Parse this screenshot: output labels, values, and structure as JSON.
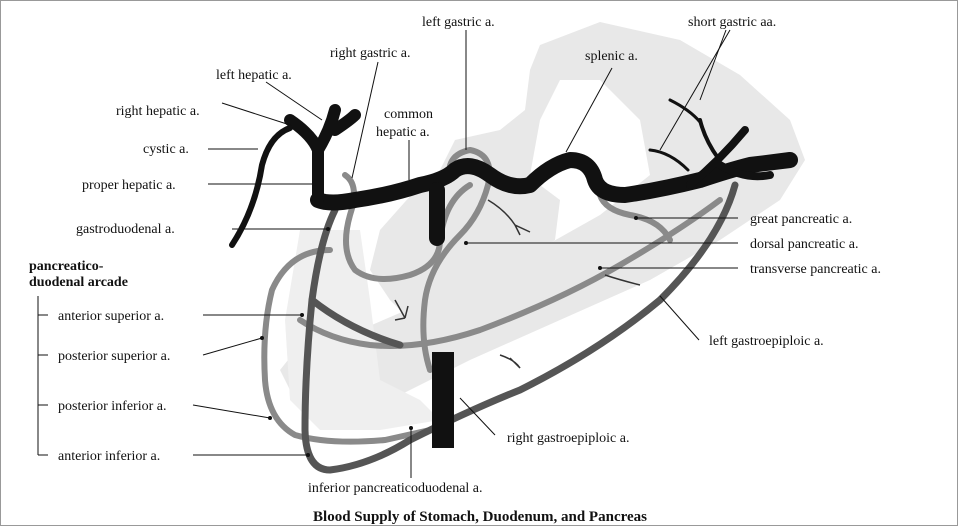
{
  "title": "Blood Supply of Stomach, Duodenum, and Pancreas",
  "group_heading": [
    "pancreatico-",
    "duodenal arcade"
  ],
  "labels": {
    "left_gastric": "left gastric a.",
    "short_gastric": "short gastric aa.",
    "right_gastric": "right gastric a.",
    "splenic": "splenic a.",
    "left_hepatic": "left hepatic a.",
    "common_hepatic_1": "common",
    "common_hepatic_2": "hepatic a.",
    "right_hepatic": "right hepatic a.",
    "cystic": "cystic a.",
    "proper_hepatic": "proper hepatic a.",
    "gastroduodenal": "gastroduodenal a.",
    "great_pancreatic": "great pancreatic a.",
    "dorsal_pancreatic": "dorsal pancreatic a.",
    "transverse_pancreatic": "transverse pancreatic a.",
    "anterior_superior": "anterior superior a.",
    "posterior_superior": "posterior superior a.",
    "left_gastroepiploic": "left gastroepiploic a.",
    "posterior_inferior": "posterior inferior a.",
    "anterior_inferior": "anterior inferior a.",
    "right_gastroepiploic": "right gastroepiploic a.",
    "inferior_pancreaticoduodenal": "inferior pancreaticoduodenal a."
  }
}
